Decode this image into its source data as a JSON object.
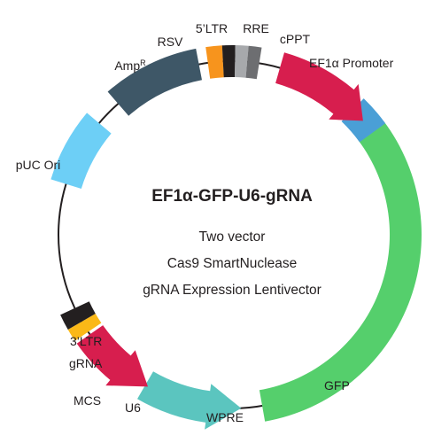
{
  "plasmid": {
    "name": "EF1α-GFP-U6-gRNA",
    "description_lines": [
      "Two vector",
      "Cas9 SmartNuclease",
      "gRNA Expression Lentivector"
    ]
  },
  "features": [
    {
      "id": "rsv",
      "label": "RSV",
      "color": "#f7941d"
    },
    {
      "id": "ltr5",
      "label": "5’LTR",
      "color": "#231f20"
    },
    {
      "id": "rre",
      "label": "RRE",
      "color": "#a7a9ac"
    },
    {
      "id": "cppt",
      "label": "cPPT",
      "color": "#6d6e71"
    },
    {
      "id": "ef1a",
      "label": "EF1α Promoter",
      "color": "#d71e4e"
    },
    {
      "id": "gfp",
      "label": "GFP",
      "color": "#55cf6c"
    },
    {
      "id": "wpre",
      "label": "WPRE",
      "color": "#5bc5bf"
    },
    {
      "id": "u6",
      "label": "U6",
      "color": "#d71e4e"
    },
    {
      "id": "mcs",
      "label": "MCS"
    },
    {
      "id": "grna",
      "label": "gRNA",
      "color": "#fbb817"
    },
    {
      "id": "ltr3",
      "label": "3’LTR",
      "color": "#231f20"
    },
    {
      "id": "puc",
      "label": "pUC Ori",
      "color": "#6dcff6"
    },
    {
      "id": "amp",
      "label": "Amp",
      "sup": "R",
      "color": "#3e5767"
    }
  ],
  "colors": {
    "backbone": "#231f20",
    "ef1a_tip": "#4a9fd6"
  }
}
